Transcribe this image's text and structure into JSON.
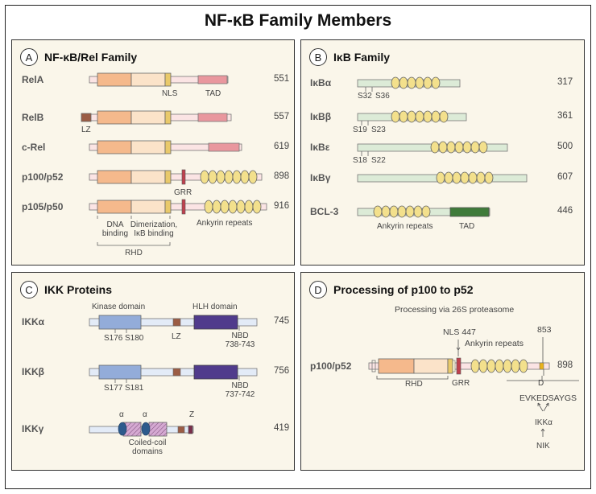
{
  "title": "NF-κB Family Members",
  "panels": {
    "a": {
      "badge": "A",
      "title": "NF-κB/Rel Family",
      "rows": [
        {
          "name": "RelA",
          "length": "551"
        },
        {
          "name": "RelB",
          "length": "557"
        },
        {
          "name": "c-Rel",
          "length": "619"
        },
        {
          "name": "p100/p52",
          "length": "898"
        },
        {
          "name": "p105/p50",
          "length": "916"
        }
      ],
      "labels": {
        "nls": "NLS",
        "tad": "TAD",
        "lz": "LZ",
        "grr": "GRR",
        "dna_binding": "DNA\nbinding",
        "dimerization": "Dimerization,\nIκB binding",
        "ankyrin": "Ankyrin repeats",
        "rhd": "RHD"
      }
    },
    "b": {
      "badge": "B",
      "title": "IκB Family",
      "rows": [
        {
          "name": "IκBα",
          "length": "317",
          "sites": [
            "S32",
            "S36"
          ]
        },
        {
          "name": "IκBβ",
          "length": "361",
          "sites": [
            "S19",
            "S23"
          ]
        },
        {
          "name": "IκBε",
          "length": "500",
          "sites": [
            "S18",
            "S22"
          ]
        },
        {
          "name": "IκBγ",
          "length": "607"
        },
        {
          "name": "BCL-3",
          "length": "446"
        }
      ],
      "labels": {
        "ankyrin": "Ankyrin repeats",
        "tad": "TAD"
      }
    },
    "c": {
      "badge": "C",
      "title": "IKK Proteins",
      "rows": [
        {
          "name": "IKKα",
          "length": "745",
          "sites": [
            "S176",
            "S180"
          ],
          "nbd": "NBD\n738-743"
        },
        {
          "name": "IKKβ",
          "length": "756",
          "sites": [
            "S177",
            "S181"
          ],
          "nbd": "NBD\n737-742"
        },
        {
          "name": "IKKγ",
          "length": "419"
        }
      ],
      "labels": {
        "kinase": "Kinase domain",
        "hlh": "HLH domain",
        "lz": "LZ",
        "alpha": "α",
        "z": "Z",
        "coiled": "Coiled-coil\ndomains"
      }
    },
    "d": {
      "badge": "D",
      "title": "Processing of p100 to p52",
      "row": {
        "name": "p100/p52",
        "length": "898"
      },
      "labels": {
        "proteasome": "Processing via 26S proteasome",
        "nls447": "NLS 447",
        "pos853": "853",
        "ankyrin": "Ankyrin repeats",
        "rhd": "RHD",
        "grr": "GRR",
        "d": "D",
        "motif": "EVKEDSAYGS",
        "ikk": "IKKα",
        "nik": "NIK"
      }
    }
  },
  "colors": {
    "rhd_dna": "#f5b98c",
    "rhd_dim": "#fbe3c9",
    "nls": "#e9c96a",
    "tad": "#e9979e",
    "backbone": "#fbe4e4",
    "grr": "#c0404d",
    "ankyrin": "#f3e08c",
    "lz": "#9b5c44",
    "ikb_backbone": "#dcebd7",
    "bcl3_tad": "#3f7b3a",
    "kinase": "#93acd9",
    "hlh": "#503b8c",
    "ikk_backbone": "#e3ebf7",
    "alpha": "#2d5a8c",
    "coiled": "#d5a9d2"
  }
}
